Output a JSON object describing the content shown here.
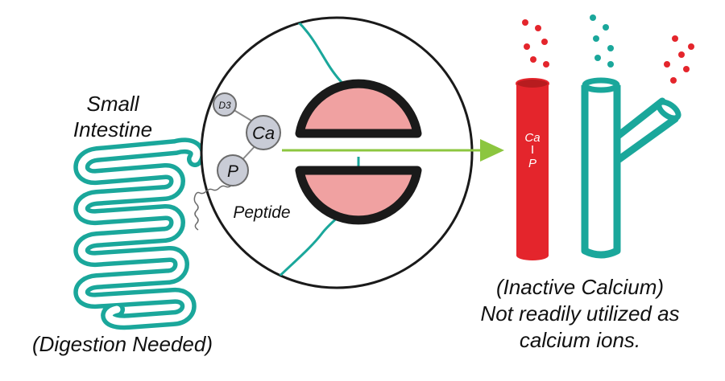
{
  "colors": {
    "teal": "#1aa79b",
    "red": "#e4252c",
    "pink": "#f0a1a1",
    "arrow_green": "#8cc63f",
    "ion_gray": "#c9ccd6",
    "outline": "#1a1a1a"
  },
  "labels": {
    "small_intestine_line1": "Small",
    "small_intestine_line2": "Intestine",
    "digestion_needed": "(Digestion Needed)",
    "peptide": "Peptide",
    "inactive_calcium": "(Inactive Calcium)",
    "not_readily_line1": "Not readily utilized as",
    "not_readily_line2": "calcium ions."
  },
  "molecules": {
    "d3": "D3",
    "ca": "Ca",
    "p": "P"
  },
  "vessel_label": {
    "ca": "Ca",
    "p": "P"
  },
  "icons": {
    "intestine": "intestine-icon",
    "zoom_circle": "magnified-membrane-icon",
    "channel": "membrane-channel-icon",
    "arrow": "arrow-right-icon",
    "red_vessel": "blood-vessel-icon",
    "teal_vessel": "branching-vessel-icon"
  }
}
